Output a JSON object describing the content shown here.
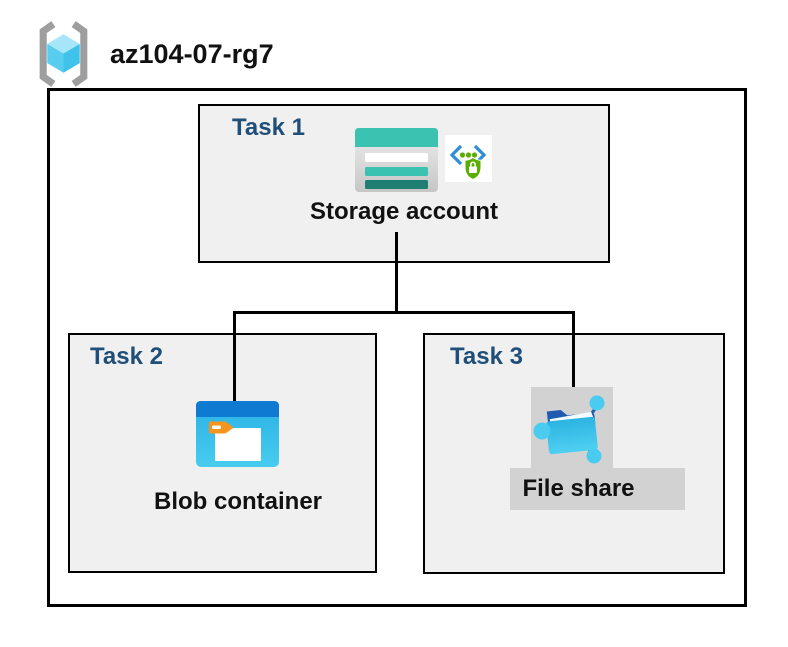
{
  "header": {
    "title": "az104-07-rg7",
    "icon": "resource-group-icon"
  },
  "tasks": [
    {
      "label": "Task 1",
      "node": "Storage account",
      "icons": [
        "storage-account-icon",
        "secure-code-shield-icon"
      ]
    },
    {
      "label": "Task 2",
      "node": "Blob container",
      "icons": [
        "blob-container-icon"
      ]
    },
    {
      "label": "Task 3",
      "node": "File share",
      "icons": [
        "file-share-icon"
      ]
    }
  ],
  "connections": [
    {
      "from": "Storage account",
      "to": "Blob container"
    },
    {
      "from": "Storage account",
      "to": "File share"
    }
  ],
  "colors": {
    "task_label_navy": "#1f4e79",
    "box_fill_gray": "#f0f0f0",
    "border_black": "#000000",
    "storage_teal": "#3bc2b0",
    "storage_teal_dark": "#1f7e72",
    "blob_band_blue": "#0e7ad2",
    "blob_body_cyan": "#2ab4e6",
    "blob_tab_orange": "#f7941e",
    "secure_green": "#5aae00",
    "secure_bracket_blue": "#2e8ed6",
    "fileshare_folder_blue": "#1f5cb0",
    "fileshare_node_cyan": "#49ccf0",
    "selection_gray": "#d2d2d2",
    "bracket_gray": "#9e9e9e",
    "cube_light": "#a6e6f8",
    "cube_mid": "#58cdef",
    "cube_dark": "#3fc3ea"
  }
}
